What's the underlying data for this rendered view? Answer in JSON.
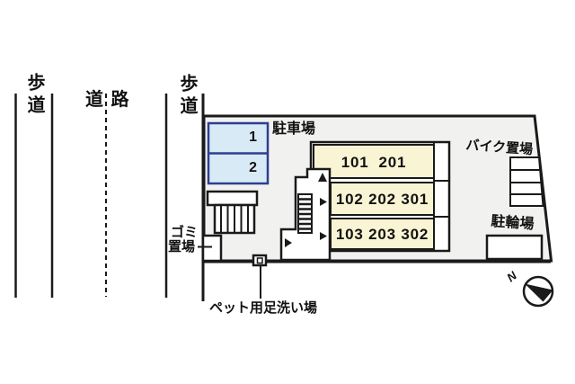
{
  "colors": {
    "line": "#1a1a1a",
    "site-fill": "#f1f1ef",
    "parking-fill": "#d8eaf5",
    "parking-border": "#2f3e8f",
    "unit-fill": "#f9f4d3",
    "white": "#ffffff"
  },
  "roads": {
    "sidewalk_left": "歩道",
    "road": "道 路",
    "sidewalk_right": "歩道"
  },
  "site": {
    "parking": {
      "label": "駐車場",
      "spaces": [
        "1",
        "2"
      ]
    },
    "building": {
      "units": [
        "101  201",
        "102 202 301",
        "103 203 302"
      ]
    },
    "bike_area_label": "バイク置場",
    "bicycle_area_label": "駐輪場",
    "garbage_label_line1": "ゴミ",
    "garbage_label_line2": "置場",
    "pet_wash_label": "ペット用足洗い場",
    "compass_n": "N"
  }
}
